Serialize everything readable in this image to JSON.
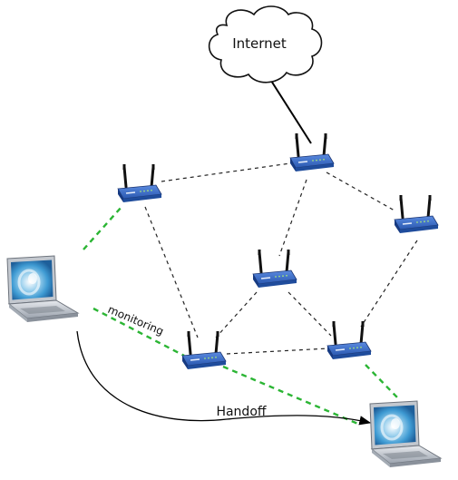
{
  "labels": {
    "internet": "Internet",
    "monitoring": "monitoring",
    "handoff": "Handoff"
  },
  "colors": {
    "mesh_link": "#222222",
    "client_link": "#2bb534",
    "uplink": "#000000",
    "router_body": "#2f63b8",
    "router_dark": "#1b3470"
  },
  "icons": [
    "cloud-icon",
    "router-icon",
    "laptop-icon"
  ]
}
